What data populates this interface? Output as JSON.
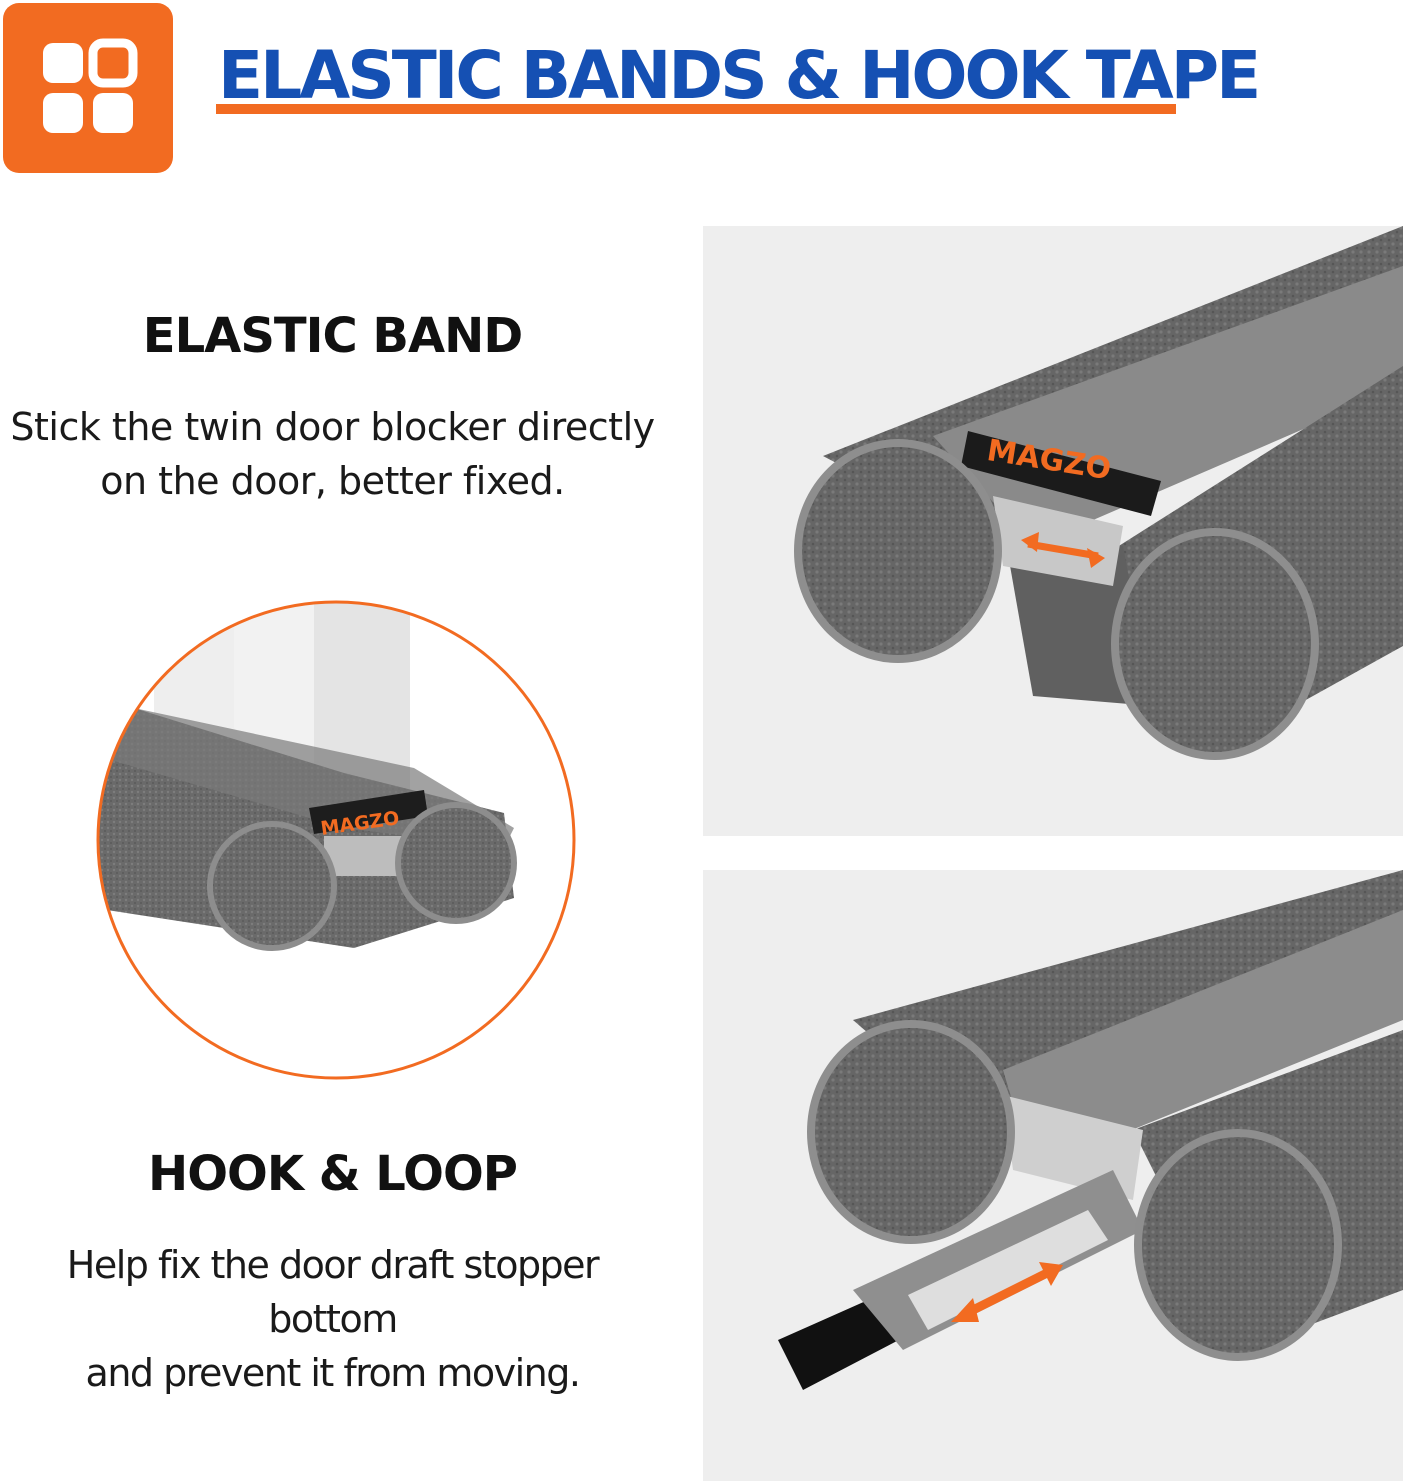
{
  "header": {
    "icon": "grid-icon",
    "title": "ELASTIC BANDS & HOOK TAPE",
    "accent_color": "#f26b21",
    "title_color": "#1550b3"
  },
  "sections": [
    {
      "title": "ELASTIC BAND",
      "description_lines": [
        "Stick the twin door blocker directly",
        "on the door, better fixed."
      ]
    },
    {
      "title": "HOOK & LOOP",
      "description_lines": [
        "Help fix the door draft stopper bottom",
        "and prevent it from moving."
      ]
    }
  ],
  "brand_label": "MAGZO"
}
